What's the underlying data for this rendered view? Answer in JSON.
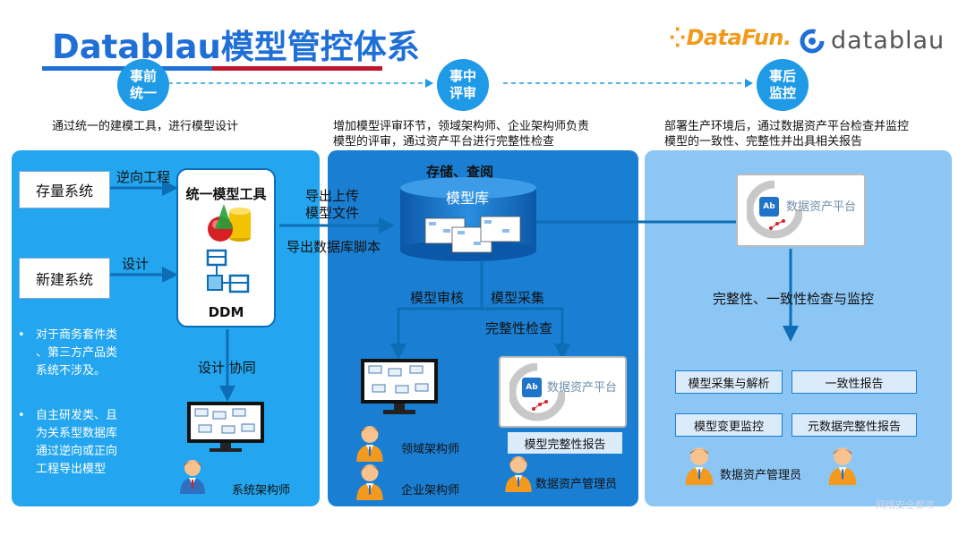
{
  "title": "Datablau模型管控体系",
  "logos": {
    "datafun": "DataFun.",
    "datablau": "datablau"
  },
  "phases": [
    {
      "label": "事前\n统一"
    },
    {
      "label": "事中\n评审"
    },
    {
      "label": "事后\n监控"
    }
  ],
  "descriptions": [
    "通过统一的建模工具，进行模型设计",
    "增加模型评审环节，领域架构师、企业架构师负责\n模型的评审，通过资产平台进行完整性检查",
    "部署生产环境后，通过数据资产平台检查并监控\n模型的一致性、完整性并出具相关报告"
  ],
  "panel1": {
    "existing_system": "存量系统",
    "new_system": "新建系统",
    "reverse_label": "逆向工程",
    "design_label": "设计",
    "tool_title": "统一模型工具",
    "tool_name": "DDM",
    "collab_label": "设计 协同",
    "bullets": [
      "对于商务套件类\n、第三方产品类\n系统不涉及。",
      "自主研发类、且\n为关系型数据库\n通过逆向或正向\n工程导出模型"
    ],
    "bullet_mark": "•",
    "role": "系统架构师"
  },
  "panel2": {
    "export_upload": "导出上传\n模型文件",
    "export_script": "导出数据库脚本",
    "store_label": "存储、查阅",
    "repo_label": "模型库",
    "review_label": "模型审核",
    "collect_label": "模型采集",
    "integrity_label": "完整性检查",
    "platform_label": "数据资产平台",
    "report_label": "模型完整性报告",
    "role_domain": "领域架构师",
    "role_enterprise": "企业架构师",
    "role_manager": "数据资产管理员"
  },
  "panel3": {
    "platform_label": "数据资产平台",
    "check_label": "完整性、一致性检查与监控",
    "reports": [
      "模型采集与解析",
      "一致性报告",
      "模型变更监控",
      "元数据完整性报告"
    ],
    "role_manager": "数据资产管理员"
  },
  "ab_text": "Ab",
  "watermark": "网络安全都市",
  "colors": {
    "title": "#1f6fd6",
    "accent_red": "#c0152b",
    "panel1": "#23a6ef",
    "panel2": "#1a7fd3",
    "panel3": "#8cc6f5",
    "datafun": "#f29a1b"
  }
}
